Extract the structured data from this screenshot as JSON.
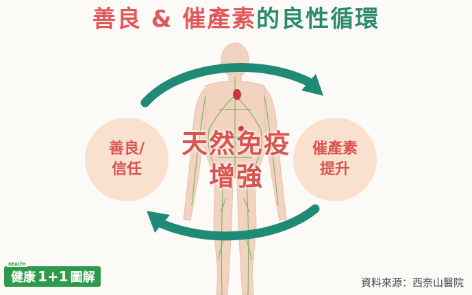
{
  "title": {
    "part1": "善良 & 催產素",
    "part2": "的良性循環"
  },
  "left_node": {
    "line1": "善良/",
    "line2": "信任"
  },
  "right_node": {
    "line1": "催產素",
    "line2": "提升"
  },
  "center": {
    "line1": "天然免疫",
    "line2": "增強"
  },
  "logo": {
    "tag": "HEALTH",
    "prefix": "健康",
    "number": "1+1",
    "suffix": "圖解"
  },
  "source": "資料來源：西奈山醫院",
  "colors": {
    "title_red": "#e2585a",
    "title_green": "#2b8a6e",
    "arrow": "#1f8a76",
    "node_bg": "#f9e0cf",
    "vessel": "#6ab04c",
    "body": "#f2d3c2"
  }
}
